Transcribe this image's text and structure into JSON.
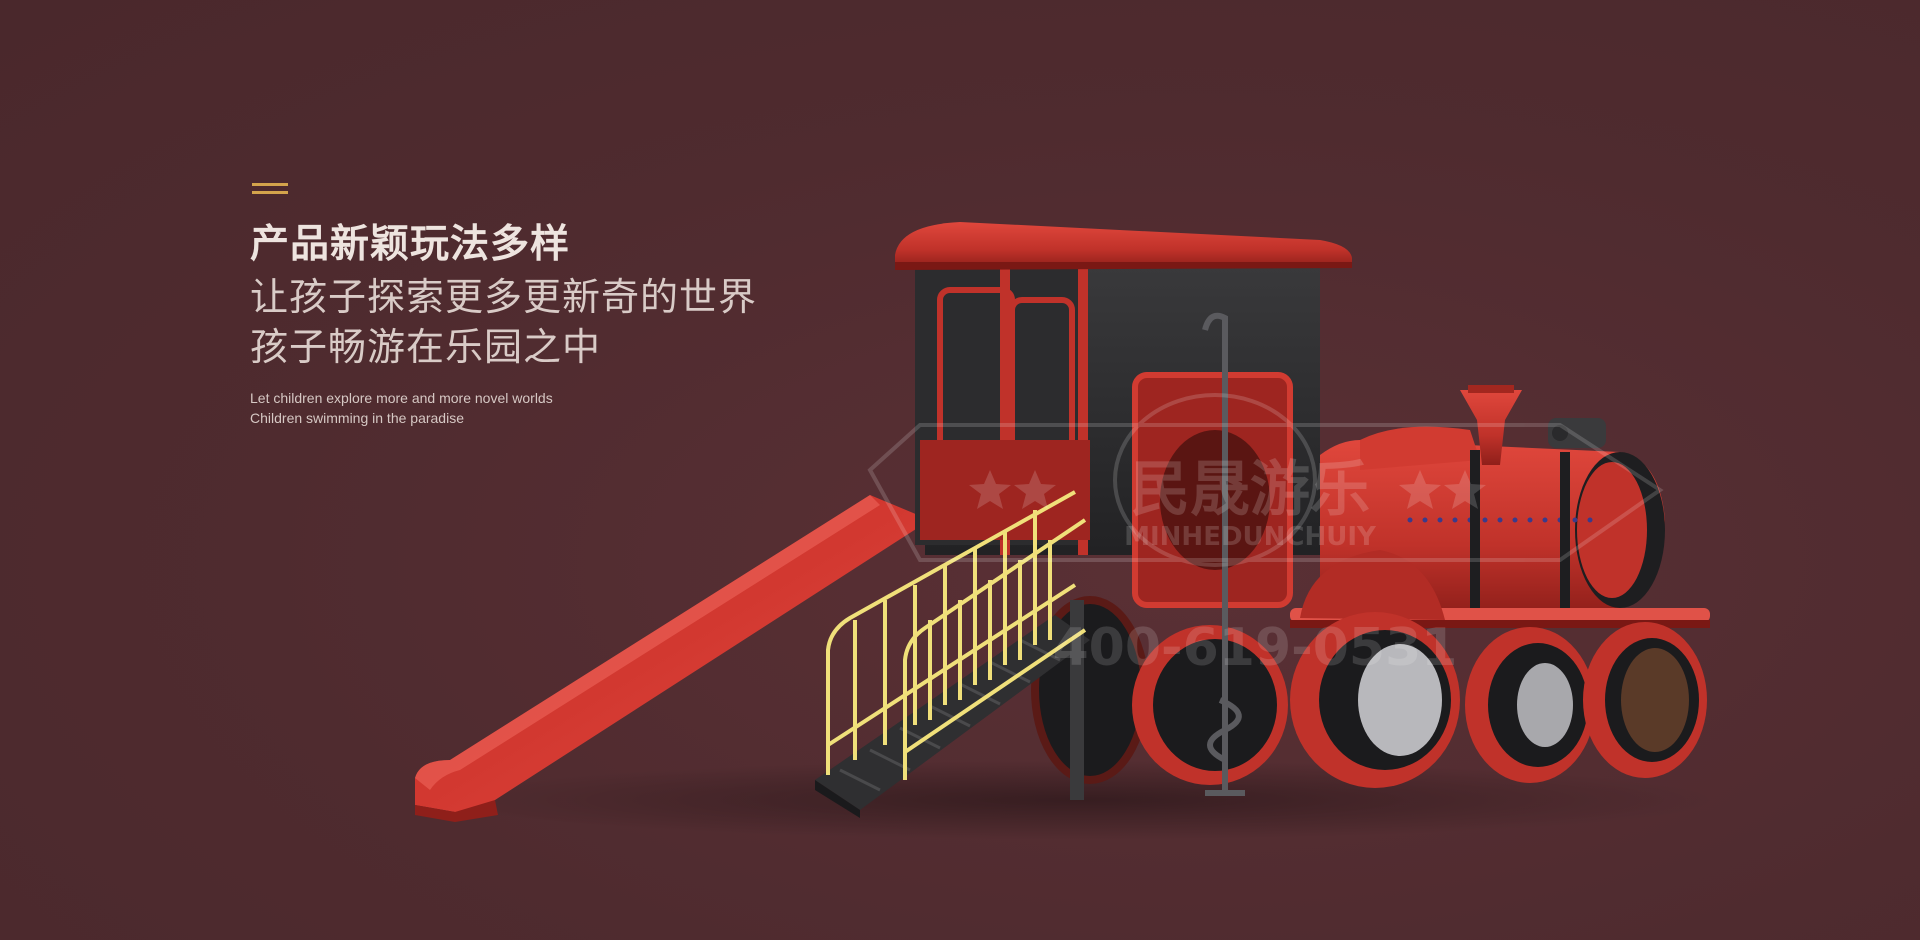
{
  "hero": {
    "headline": "产品新颖玩法多样",
    "subline_1": "让孩子探索更多更新奇的世界",
    "subline_2": "孩子畅游在乐园之中",
    "english_1": "Let children explore more and more novel worlds",
    "english_2": "Children swimming in the paradise"
  },
  "watermark": {
    "brand_cn": "民晟游乐",
    "brand_en": "MINHEDUNCHUIY",
    "phone": "400-619-0531"
  },
  "colors": {
    "background": "#4f2b2f",
    "accent": "#d4a44c",
    "train_red": "#c0392f",
    "train_dark": "#2e2e30",
    "rail_yellow": "#f0e07a"
  }
}
